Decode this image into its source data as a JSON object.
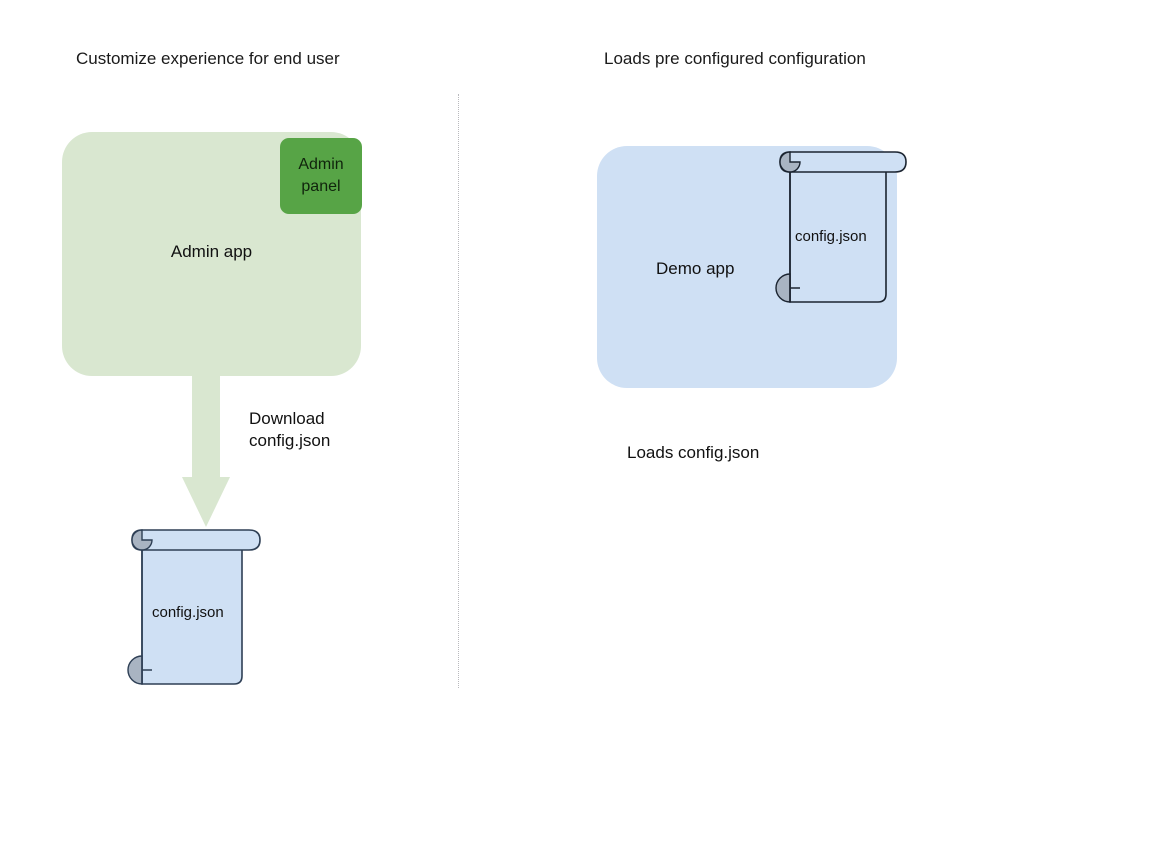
{
  "headings": {
    "left": "Customize experience for end user",
    "right": "Loads pre configured configuration"
  },
  "left_flow": {
    "app_box": {
      "label": "Admin app",
      "fill": "#d9e7d0"
    },
    "panel_box": {
      "label": "Admin panel",
      "label_line1": "Admin",
      "label_line2": "panel",
      "fill": "#57a446"
    },
    "arrow": {
      "caption_line1": "Download",
      "caption_line2": "config.json",
      "fill": "#d9e7d0",
      "direction": "down"
    },
    "document": {
      "label": "config.json",
      "fill": "#cfe0f4",
      "stroke": "#2e3f55",
      "curl_fill": "#a9b4c2"
    }
  },
  "right_flow": {
    "app_box": {
      "label": "Demo app",
      "fill": "#cfe0f4"
    },
    "document": {
      "label": "config.json",
      "fill": "#cfe0f4",
      "stroke": "#1b2430",
      "curl_fill": "#a9b4c2"
    },
    "caption": "Loads config.json"
  },
  "divider": {
    "style": "dotted",
    "color": "#b9b9bd"
  }
}
